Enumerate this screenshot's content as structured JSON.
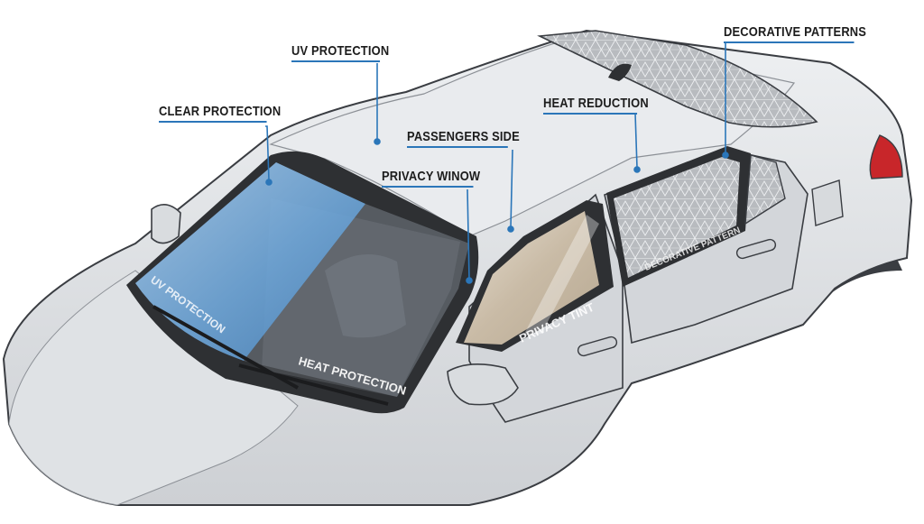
{
  "callouts": {
    "uv_protection": "UV PROTECTION",
    "clear_protection": "CLEAR PROTECTION",
    "passengers_side": "PASSENGERS SIDE",
    "privacy_window": "PRIVACY WINOW",
    "heat_reduction": "HEAT REDUCTION",
    "decorative_patterns": "DECORATIVE PATTERNS"
  },
  "film_labels": {
    "windshield_uv": "UV PROTECTION",
    "windshield_heat": "HEAT PROTECTION",
    "side_privacy": "PRIVACY TINT",
    "rear_door_pattern": "DECORATIVE PATTERN"
  },
  "colors": {
    "leader_line": "#2b76b9",
    "label_text": "#1c1c1c",
    "body_light": "#e4e6e9",
    "body_mid": "#cfd2d6",
    "body_dark": "#a8acb1",
    "outline": "#3a3d42",
    "windshield_blue": "#7fb2df",
    "cabin_dark": "#2e3033",
    "privacy_tint": "#cbbfae",
    "pattern_glass": "#b9bcc0",
    "tail_light": "#c8262a"
  }
}
